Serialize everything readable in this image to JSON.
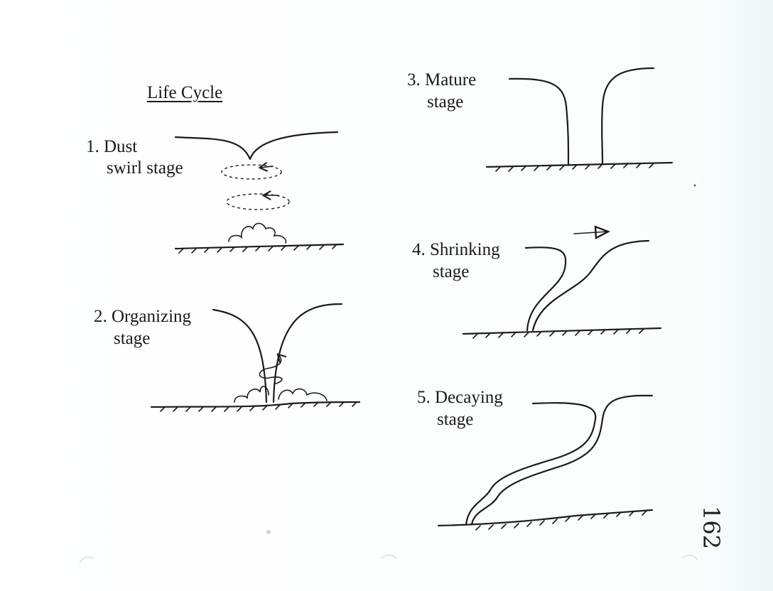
{
  "title": "Life Cycle",
  "stages": [
    {
      "number": "1.",
      "line1": "Dust",
      "line2": "swirl stage"
    },
    {
      "number": "2.",
      "line1": "Organizing",
      "line2": "stage"
    },
    {
      "number": "3.",
      "line1": "Mature",
      "line2": "stage"
    },
    {
      "number": "4.",
      "line1": "Shrinking",
      "line2": "stage"
    },
    {
      "number": "5.",
      "line1": "Decaying",
      "line2": "stage"
    }
  ],
  "page_number": "162"
}
